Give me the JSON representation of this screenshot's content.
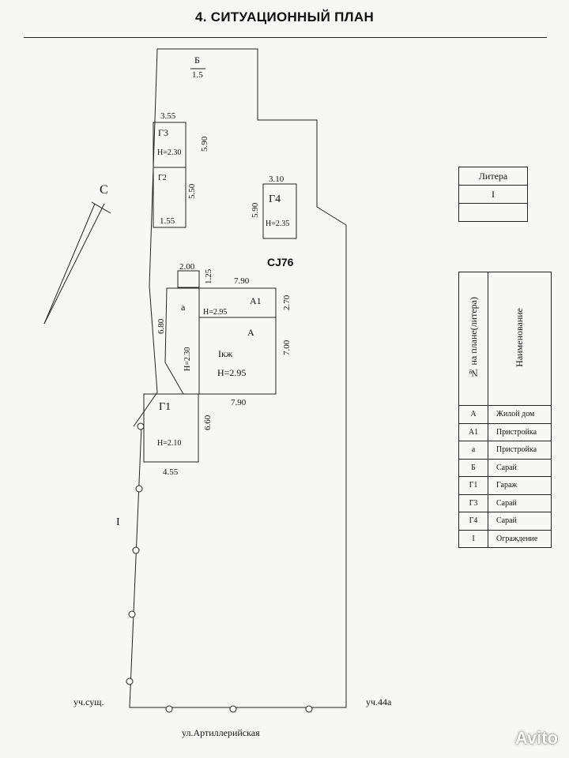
{
  "title": "4. СИТУАЦИОННЫЙ ПЛАН",
  "compass": "С",
  "plot_label": "CJ76",
  "fence_label": "I",
  "neighbor_left": "уч.сущ.",
  "neighbor_right": "уч.44а",
  "street": "ул.Артиллерийская",
  "buildings": {
    "b": {
      "name": "Б",
      "height": "1.5"
    },
    "g3": {
      "name": "Г3",
      "height": "H=2.30",
      "width": "3.55",
      "length": "5.90"
    },
    "g2": {
      "name": "Г2",
      "length": "5.50",
      "width": "1.55"
    },
    "g4": {
      "name": "Г4",
      "height": "H=2.35",
      "width": "3.10",
      "length": "5.90"
    },
    "a1": {
      "name": "А1",
      "height": "H=2.95",
      "side": "2.70"
    },
    "a_main": {
      "name": "А",
      "sub": "Iкж",
      "height": "H=2.95",
      "width": "7.90",
      "side": "7.00"
    },
    "a_small": {
      "name": "а",
      "height": "H=2.30",
      "side": "6.80"
    },
    "porch": {
      "width": "2.00",
      "depth": "1.25"
    },
    "top_width": "7.90",
    "g1": {
      "name": "Г1",
      "height": "H=2.10",
      "width": "4.55",
      "length": "6.60"
    }
  },
  "litera_table": {
    "header": "Литера",
    "value": "I"
  },
  "legend": {
    "col1_header": "№ на плане(литера)",
    "col2_header": "Наименование",
    "rows": [
      {
        "code": "А",
        "name": "Жилой дом"
      },
      {
        "code": "А1",
        "name": "Пристройка"
      },
      {
        "code": "а",
        "name": "Пристройка"
      },
      {
        "code": "Б",
        "name": "Сарай"
      },
      {
        "code": "Г1",
        "name": "Гараж"
      },
      {
        "code": "Г3",
        "name": "Сарай"
      },
      {
        "code": "Г4",
        "name": "Сарай"
      },
      {
        "code": "I",
        "name": "Ограждение"
      }
    ]
  },
  "watermark": "Avito"
}
